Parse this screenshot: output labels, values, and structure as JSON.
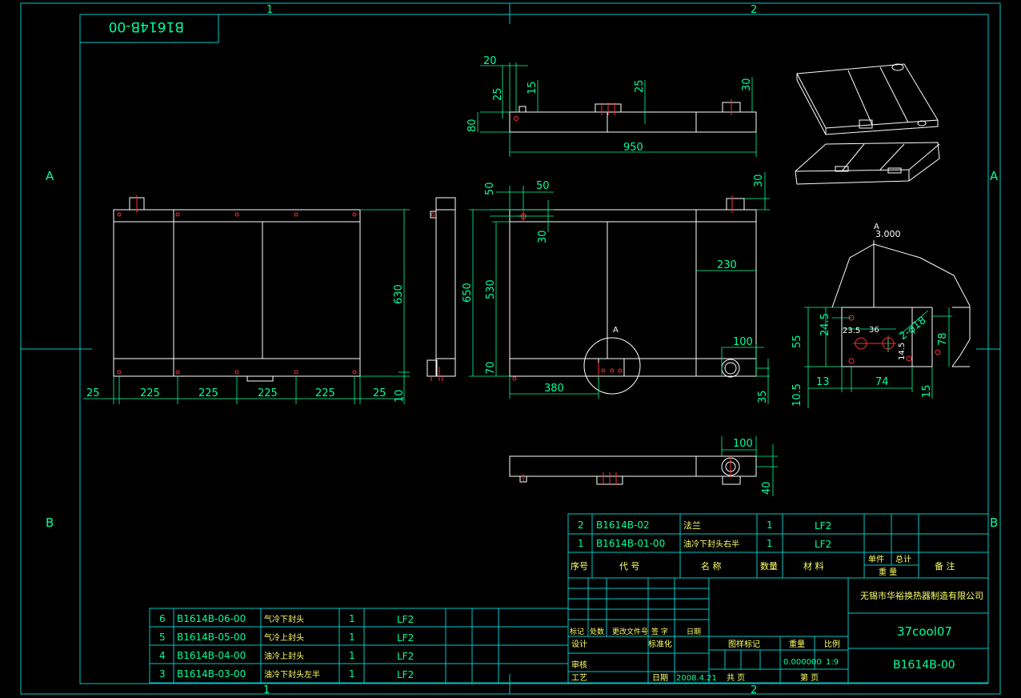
{
  "drawing_number_mirrored": "B1614B-00",
  "border": {
    "columns": [
      "1",
      "2"
    ],
    "rows": [
      "A",
      "B"
    ]
  },
  "dimensions": {
    "front": [
      "25",
      "225",
      "225",
      "225",
      "225",
      "25",
      "630",
      "10"
    ],
    "top": [
      "20",
      "25",
      "15",
      "25",
      "30",
      "80",
      "950"
    ],
    "main": [
      "50",
      "50",
      "30",
      "30",
      "650",
      "530",
      "230",
      "70",
      "380",
      "100",
      "35"
    ],
    "bottom": [
      "100",
      "40"
    ],
    "detail": [
      "3.000",
      "55",
      "24.5",
      "23.5",
      "36",
      "2-φ18",
      "14.5",
      "78",
      "13",
      "74",
      "10.5",
      "15"
    ]
  },
  "detail_label": "A",
  "parts_upper": [
    {
      "seq": "2",
      "code": "B1614B-02",
      "name": "法兰",
      "qty": "1",
      "material": "LF2"
    },
    {
      "seq": "1",
      "code": "B1614B-01-00",
      "name": "油冷下封头右半",
      "qty": "1",
      "material": "LF2"
    }
  ],
  "parts_header": {
    "seq": "序号",
    "code": "代   号",
    "name": "名   称",
    "qty": "数量",
    "material": "材     料",
    "unit": "单件",
    "total": "总计",
    "weight": "重   量",
    "remark": "备   注"
  },
  "parts_lower": [
    {
      "seq": "6",
      "code": "B1614B-06-00",
      "name": "气冷下封头",
      "qty": "1",
      "material": "LF2"
    },
    {
      "seq": "5",
      "code": "B1614B-05-00",
      "name": "气冷上封头",
      "qty": "1",
      "material": "LF2"
    },
    {
      "seq": "4",
      "code": "B1614B-04-00",
      "name": "油冷上封头",
      "qty": "1",
      "material": "LF2"
    },
    {
      "seq": "3",
      "code": "B1614B-03-00",
      "name": "油冷下封头左半",
      "qty": "1",
      "material": "LF2"
    }
  ],
  "title_block": {
    "company": "无锡市华裕换热器制造有限公司",
    "title": "37cool07",
    "drawing_no": "B1614B-00",
    "mark": "标记",
    "count": "处数",
    "change_doc": "更改文件号",
    "signature": "签 字",
    "date_label": "日期",
    "design": "设计",
    "standardize": "标准化",
    "review": "审核",
    "process": "工艺",
    "date_caption": "日期",
    "date": "2008.4.21",
    "stage_mark": "图样标记",
    "weight": "重量",
    "scale": "比例",
    "weight_value": "0.000000",
    "scale_value": "1:9",
    "total_sheets": "共   页",
    "sheet": "第   页"
  }
}
